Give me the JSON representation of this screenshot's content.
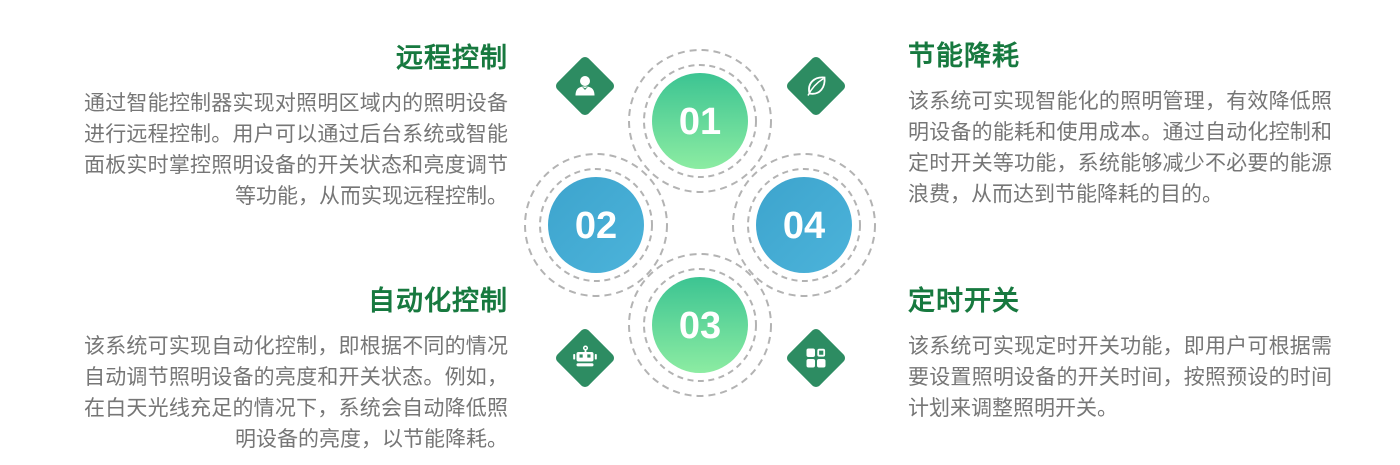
{
  "colors": {
    "title-green": "#17793f",
    "body-gray": "#767676",
    "diamond-green": "#2d8c62",
    "green-top": "#3cc492",
    "green-bottom": "#8ceca2",
    "blue-top": "#3da4cd",
    "blue-bottom": "#4cb3da",
    "dash-gray": "#b3b3b3",
    "number-white": "#ffffff"
  },
  "sections": {
    "remote_control": {
      "title": "远程控制",
      "body": "通过智能控制器实现对照明区域内的照明设备进行远程控制。用户可以通过后台系统或智能面板实时掌控照明设备的开关状态和亮度调节等功能，从而实现远程控制。"
    },
    "energy_saving": {
      "title": "节能降耗",
      "body": "该系统可实现智能化的照明管理，有效降低照明设备的能耗和使用成本。通过自动化控制和定时开关等功能，系统能够减少不必要的能源浪费，从而达到节能降耗的目的。"
    },
    "automation": {
      "title": "自动化控制",
      "body": "该系统可实现自动化控制，即根据不同的情况自动调节照明设备的亮度和开关状态。例如，在白天光线充足的情况下，系统会自动降低照明设备的亮度，以节能降耗。"
    },
    "timed_switch": {
      "title": "定时开关",
      "body": "该系统可实现定时开关功能，即用户可根据需要设置照明设备的开关时间，按照预设的时间计划来调整照明开关。"
    }
  },
  "diagram": {
    "steps": [
      {
        "number": "01",
        "position": "top",
        "color": "green"
      },
      {
        "number": "02",
        "position": "left",
        "color": "blue"
      },
      {
        "number": "03",
        "position": "bottom",
        "color": "green"
      },
      {
        "number": "04",
        "position": "right",
        "color": "blue"
      }
    ],
    "icons": [
      {
        "name": "user-icon",
        "position": "top-left"
      },
      {
        "name": "leaf-icon",
        "position": "top-right"
      },
      {
        "name": "robot-icon",
        "position": "bottom-left"
      },
      {
        "name": "apps-icon",
        "position": "bottom-right"
      }
    ]
  }
}
